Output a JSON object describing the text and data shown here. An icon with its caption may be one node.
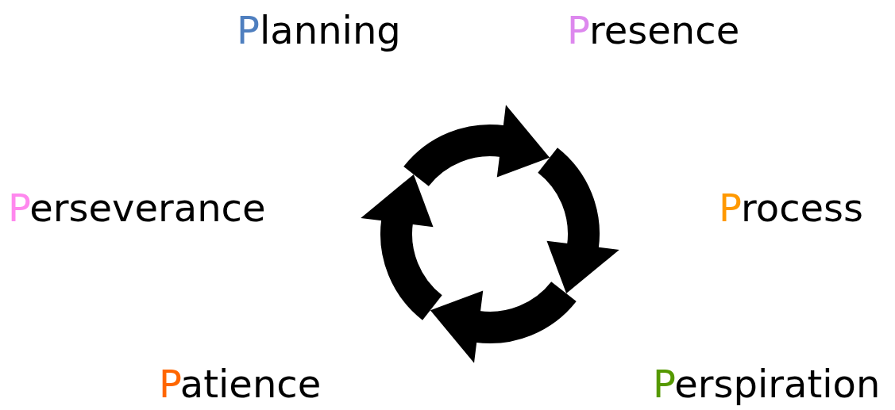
{
  "diagram": {
    "labels": [
      "Planning",
      "Presence",
      "Perseverance",
      "Process",
      "Patience",
      "Perspiration"
    ]
  }
}
